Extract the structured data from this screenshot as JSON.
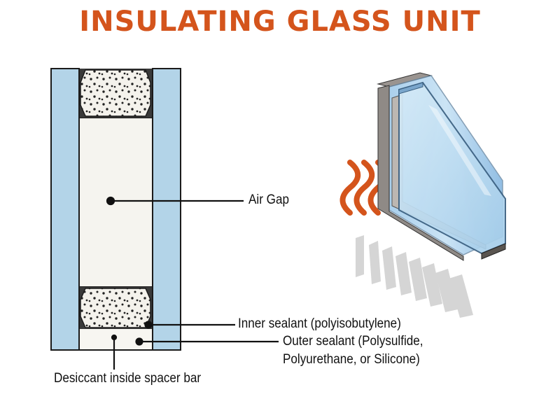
{
  "title": "INSULATING GLASS UNIT",
  "labels": {
    "air_gap": "Air Gap",
    "inner_sealant": "Inner sealant (polyisobutylene)",
    "outer_sealant_line1": "Outer sealant (Polysulfide,",
    "outer_sealant_line2": "Polyurethane, or Silicone)",
    "desiccant": "Desiccant inside spacer bar"
  },
  "colors": {
    "title": "#d4541c",
    "glass": "#b3d4e8",
    "glass_edge": "#1b1b1b",
    "spacer": "#f4f2ec",
    "air_gap": "#f5f4ef",
    "heat": "#d4541c",
    "cold": "#d3d3d3"
  }
}
